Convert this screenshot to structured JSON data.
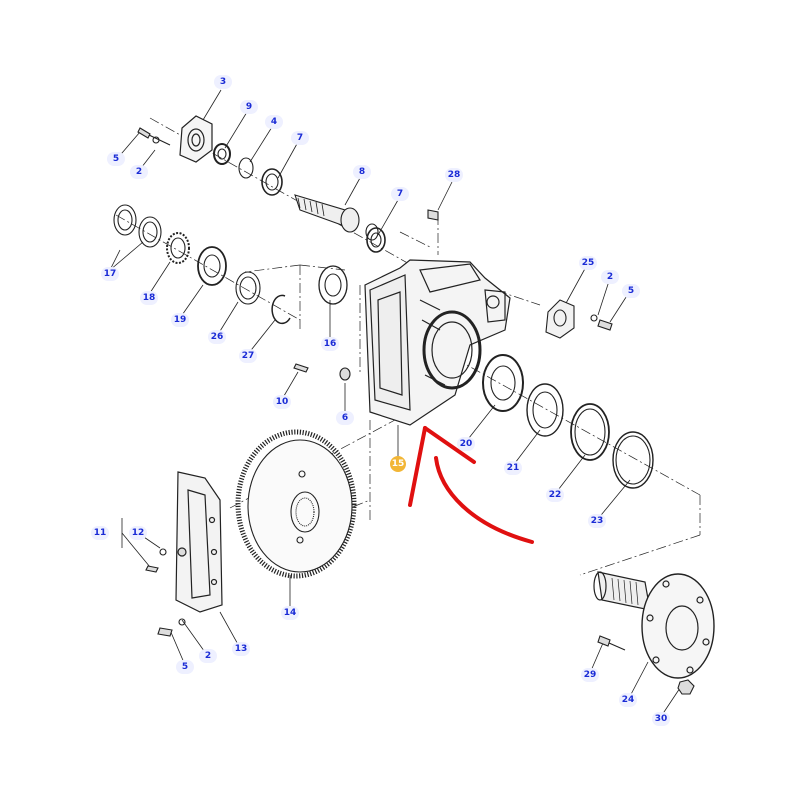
{
  "diagram": {
    "callouts": [
      {
        "id": "c3",
        "text": "3"
      },
      {
        "id": "c9",
        "text": "9"
      },
      {
        "id": "c4",
        "text": "4"
      },
      {
        "id": "c7a",
        "text": "7"
      },
      {
        "id": "c5a",
        "text": "5"
      },
      {
        "id": "c2a",
        "text": "2"
      },
      {
        "id": "c8",
        "text": "8"
      },
      {
        "id": "c7b",
        "text": "7"
      },
      {
        "id": "c28",
        "text": "28"
      },
      {
        "id": "c17",
        "text": "17"
      },
      {
        "id": "c18",
        "text": "18"
      },
      {
        "id": "c19",
        "text": "19"
      },
      {
        "id": "c26",
        "text": "26"
      },
      {
        "id": "c27",
        "text": "27"
      },
      {
        "id": "c16",
        "text": "16"
      },
      {
        "id": "c10",
        "text": "10"
      },
      {
        "id": "c6",
        "text": "6"
      },
      {
        "id": "c15",
        "text": "15"
      },
      {
        "id": "c25",
        "text": "25"
      },
      {
        "id": "c2b",
        "text": "2"
      },
      {
        "id": "c5b",
        "text": "5"
      },
      {
        "id": "c20",
        "text": "20"
      },
      {
        "id": "c21",
        "text": "21"
      },
      {
        "id": "c22",
        "text": "22"
      },
      {
        "id": "c23",
        "text": "23"
      },
      {
        "id": "c11",
        "text": "11"
      },
      {
        "id": "c12",
        "text": "12"
      },
      {
        "id": "c14",
        "text": "14"
      },
      {
        "id": "c13",
        "text": "13"
      },
      {
        "id": "c5c",
        "text": "5"
      },
      {
        "id": "c2c",
        "text": "2"
      },
      {
        "id": "c29",
        "text": "29"
      },
      {
        "id": "c24",
        "text": "24"
      },
      {
        "id": "c30",
        "text": "30"
      }
    ],
    "highlight_id": "c15",
    "colors": {
      "callout_text": "#1a2bd6",
      "callout_bg": "#eef0ff",
      "highlight_bg": "#f2b636",
      "arrow": "#e01010",
      "line": "#222222"
    }
  }
}
